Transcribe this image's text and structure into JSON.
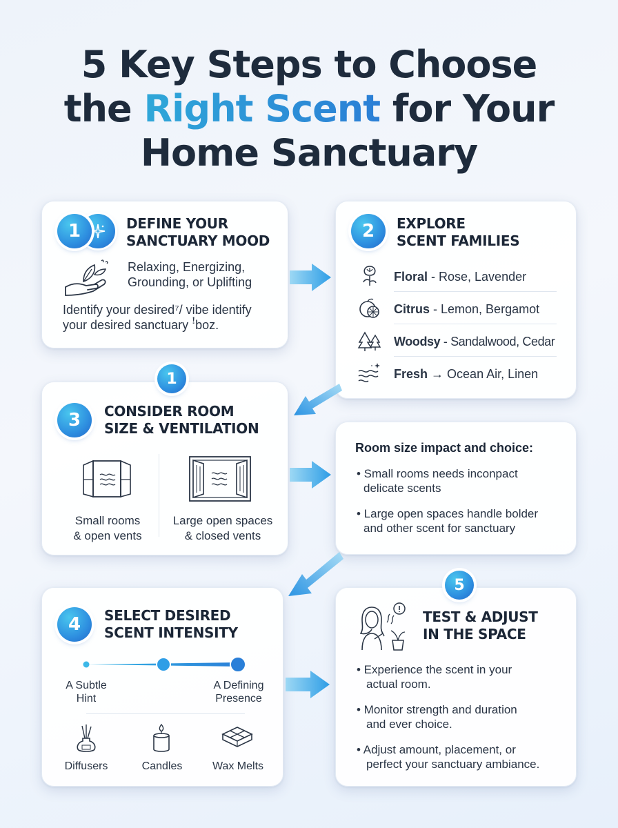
{
  "title": {
    "line1": "5 Key Steps to Choose",
    "line2_pre": "the ",
    "line2_accent": "Right Scent",
    "line2_post": " for Your",
    "line3": "Home Sanctuary"
  },
  "step1": {
    "number": "1",
    "title_line1": "DEFINE YOUR",
    "title_line2": "SANCTUARY MOOD",
    "moods_line1": "Relaxing, Energizing,",
    "moods_line2": "Grounding, or Uplifting",
    "desc_line1": "Identify your desired⁷/ vibe identify",
    "desc_line2": "your desired sanctuary ꜝboz."
  },
  "step2": {
    "number": "2",
    "title_line1": "EXPLORE",
    "title_line2": "SCENT FAMILIES",
    "families": [
      {
        "name": "Floral",
        "sep": " - ",
        "examples": "Rose, Lavender",
        "icon": "rose-icon"
      },
      {
        "name": "Citrus",
        "sep": " - ",
        "examples": "Lemon, Bergamot",
        "icon": "citrus-icon"
      },
      {
        "name": "Woodsy",
        "sep": " - ",
        "examples": "Sandalwood, Cedar",
        "icon": "trees-icon"
      },
      {
        "name": "Fresh",
        "sep": " → ",
        "examples": "Ocean Air, Linen",
        "icon": "waves-icon"
      }
    ]
  },
  "step3": {
    "number": "3",
    "extra_badge": "1",
    "title_line1": "CONSIDER ROOM",
    "title_line2": "SIZE & VENTILATION",
    "left_label_line1": "Small rooms",
    "left_label_line2": "& open vents",
    "right_label_line1": "Large open spaces",
    "right_label_line2": "& closed vents"
  },
  "room_impact": {
    "heading": "Room size impact and choice:",
    "bullets": [
      {
        "line1": "• Small rooms needs inconpact",
        "line2": "delicate scents"
      },
      {
        "line1": "• Large open spaces handle bolder",
        "line2": "and other scent for sanctuary"
      }
    ]
  },
  "step4": {
    "number": "4",
    "title_line1": "SELECT DESIRED",
    "title_line2": "SCENT INTENSITY",
    "slider_min_line1": "A Subtle",
    "slider_min_line2": "Hint",
    "slider_max_line1": "A Defining",
    "slider_max_line2": "Presence",
    "slider_level": 1.0,
    "formats": [
      {
        "label": "Diffusers",
        "icon": "diffuser-icon"
      },
      {
        "label": "Candles",
        "icon": "candle-icon"
      },
      {
        "label": "Wax Melts",
        "icon": "wax-melt-icon"
      }
    ]
  },
  "step5": {
    "number": "5",
    "title_line1": "TEST & ADJUST",
    "title_line2": "IN THE SPACE",
    "bullets": [
      {
        "line1": "• Experience the scent in your",
        "line2": "actual room."
      },
      {
        "line1": "• Monitor strength and duration",
        "line2": "and ever choice."
      },
      {
        "line1": "• Adjust amount, placement, or",
        "line2": "perfect your sanctuary ambiance."
      }
    ]
  },
  "colors": {
    "accent": "#2e8fe0",
    "accent_light": "#49c6ee",
    "arrow": "#3aa9e6",
    "text_dark": "#1e2b3c"
  }
}
